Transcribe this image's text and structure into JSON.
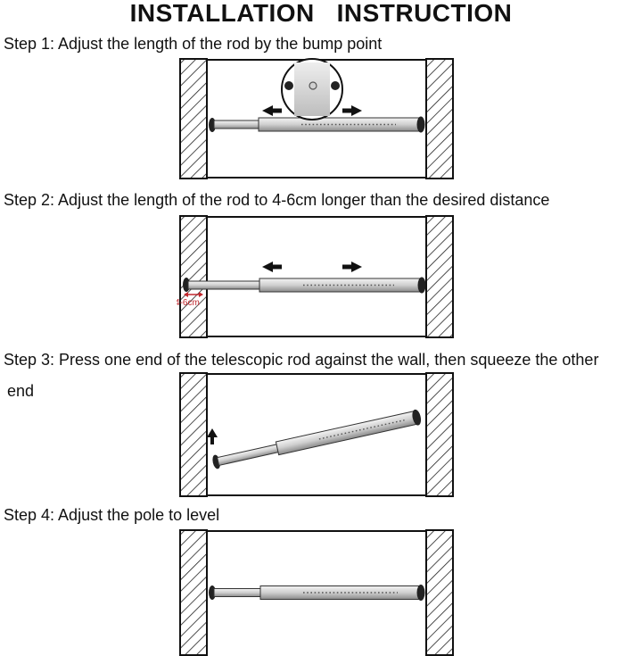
{
  "title": "INSTALLATION   INSTRUCTION",
  "steps": [
    {
      "text": "Step 1: Adjust the length of the rod by the bump point"
    },
    {
      "text": "Step 2: Adjust the length of the rod to 4-6cm longer than the desired distance",
      "gap_label": "4-6cm"
    },
    {
      "text": "Step 3: Press one end of the telescopic rod against the wall, then squeeze the other",
      "continuation": "end"
    },
    {
      "text": "Step 4: Adjust the pole to level"
    }
  ],
  "colors": {
    "annotation": "#c0272d",
    "line": "#111111"
  }
}
